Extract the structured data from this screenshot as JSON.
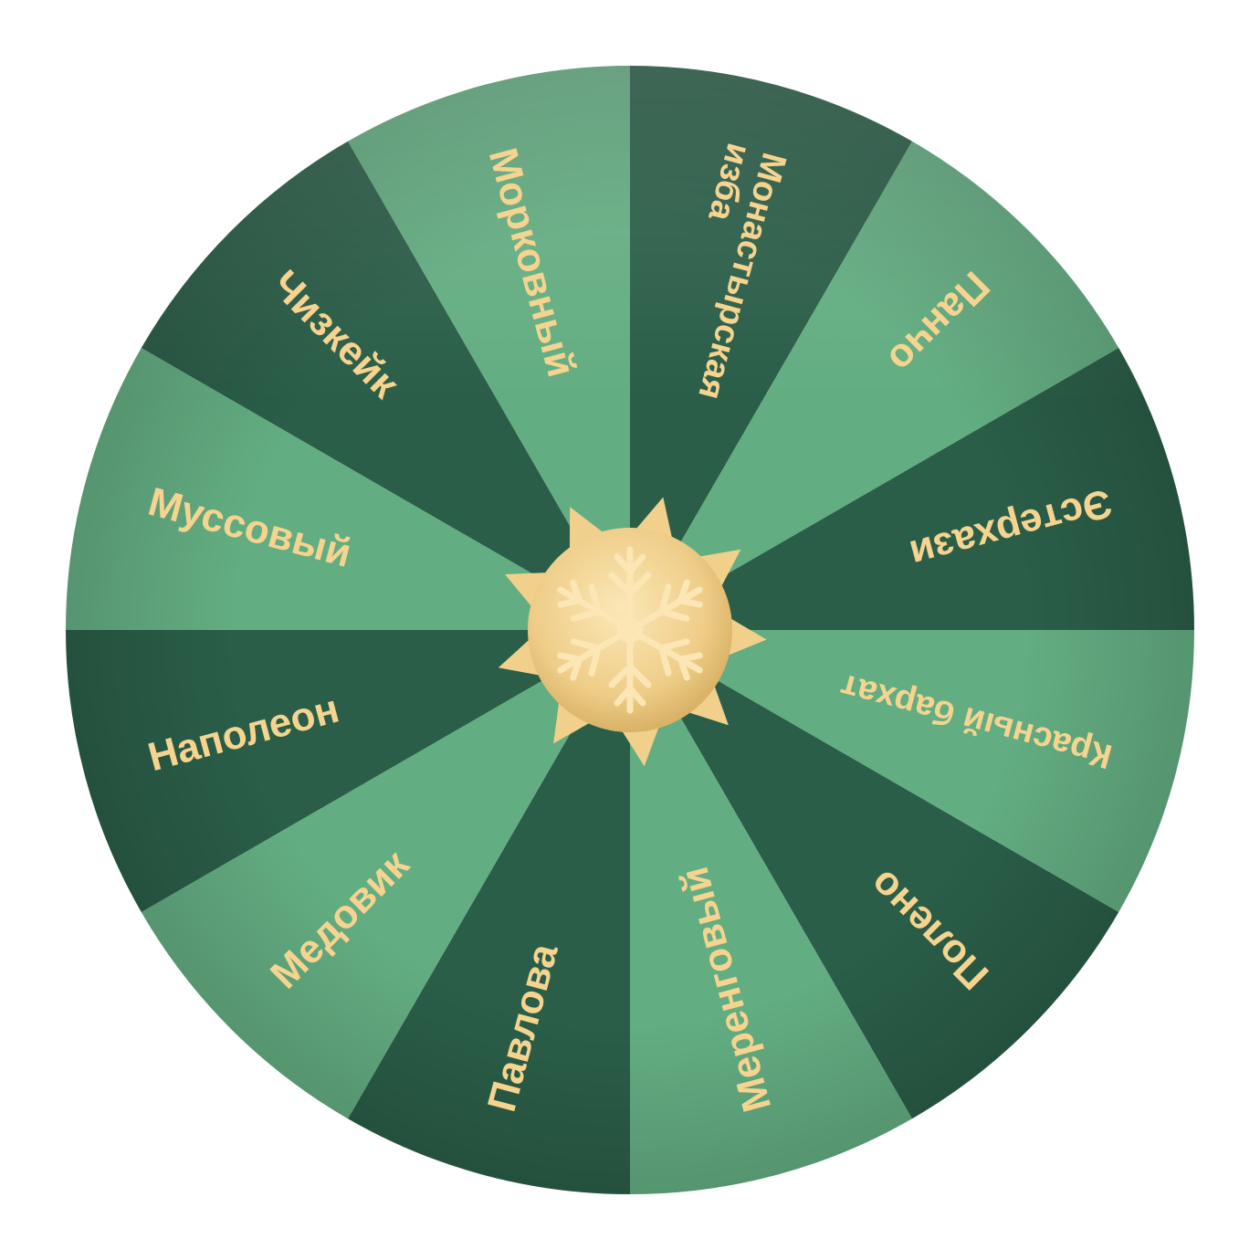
{
  "wheel": {
    "colors": {
      "dark": "#2a5e48",
      "light": "#63ad82",
      "text": "#f6d490",
      "hub": "#f1d08c",
      "hub_dark": "#d9b466"
    },
    "segments": [
      {
        "label": "Монастырская изба",
        "lines": [
          "Монастырская",
          "изба"
        ],
        "shade": "dark"
      },
      {
        "label": "Панчо",
        "lines": [
          "Панчо"
        ],
        "shade": "light"
      },
      {
        "label": "Эстерхази",
        "lines": [
          "Эстерхази"
        ],
        "shade": "dark"
      },
      {
        "label": "Красный бархат",
        "lines": [
          "Красный бархат"
        ],
        "shade": "light"
      },
      {
        "label": "Полено",
        "lines": [
          "Полено"
        ],
        "shade": "dark"
      },
      {
        "label": "Меренговый",
        "lines": [
          "Меренговый"
        ],
        "shade": "light"
      },
      {
        "label": "Павлова",
        "lines": [
          "Павлова"
        ],
        "shade": "dark"
      },
      {
        "label": "Медовик",
        "lines": [
          "Медовик"
        ],
        "shade": "light"
      },
      {
        "label": "Наполеон",
        "lines": [
          "Наполеон"
        ],
        "shade": "dark"
      },
      {
        "label": "Муссовый",
        "lines": [
          "Муссовый"
        ],
        "shade": "light"
      },
      {
        "label": "Чизкейк",
        "lines": [
          "Чизкейк"
        ],
        "shade": "dark"
      },
      {
        "label": "Морковный",
        "lines": [
          "Морковный"
        ],
        "shade": "light"
      }
    ],
    "hub_icon": "snowflake-icon"
  }
}
